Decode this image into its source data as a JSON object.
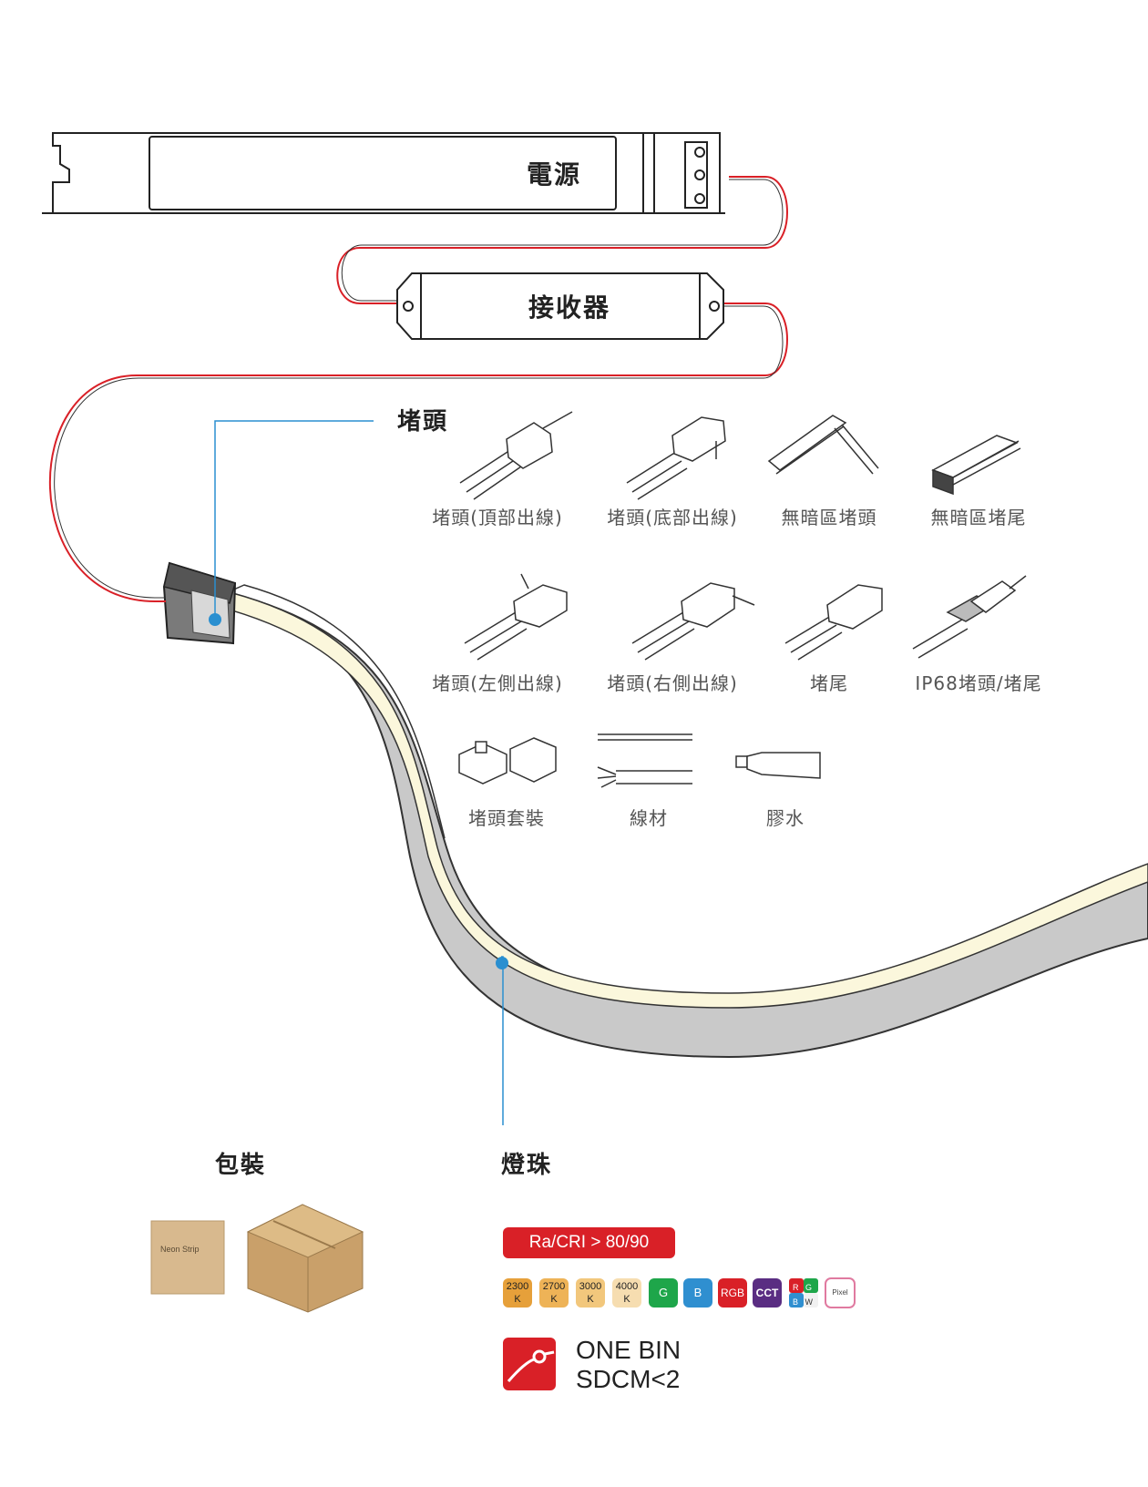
{
  "power_supply": {
    "label": "電源"
  },
  "receiver": {
    "label": "接收器"
  },
  "end_caps": {
    "heading": "堵頭",
    "items": [
      "堵頭(頂部出線)",
      "堵頭(底部出線)",
      "無暗區堵頭",
      "無暗區堵尾",
      "堵頭(左側出線)",
      "堵頭(右側出線)",
      "堵尾",
      "IP68堵頭/堵尾",
      "堵頭套裝",
      "線材",
      "膠水"
    ]
  },
  "packaging": {
    "heading": "包裝",
    "box_text": "Neon Strip"
  },
  "led": {
    "heading": "燈珠",
    "cri_badge": "Ra/CRI > 80/90",
    "chips": [
      {
        "top": "2300",
        "bottom": "K",
        "color": "#e6a03a"
      },
      {
        "top": "2700",
        "bottom": "K",
        "color": "#eeb357"
      },
      {
        "top": "3000",
        "bottom": "K",
        "color": "#f2c77c"
      },
      {
        "top": "4000",
        "bottom": "K",
        "color": "#f6ddb0"
      },
      {
        "label": "G",
        "color": "#1ea64a"
      },
      {
        "label": "B",
        "color": "#2f8fd0"
      },
      {
        "label": "RGB",
        "color": "#d92027"
      },
      {
        "label": "CCT",
        "color": "#5a2d82"
      },
      {
        "label": "RGBW",
        "parts": [
          "R",
          "G",
          "B",
          "W"
        ]
      },
      {
        "label": "Pixel"
      }
    ],
    "bin_line1": "ONE BIN",
    "bin_line2": "SDCM<2"
  },
  "colors": {
    "wire_red": "#d92027",
    "leader_blue": "#2a8fd0",
    "strip_glow": "#fbf7dc",
    "strip_body": "#c9c9c9"
  }
}
